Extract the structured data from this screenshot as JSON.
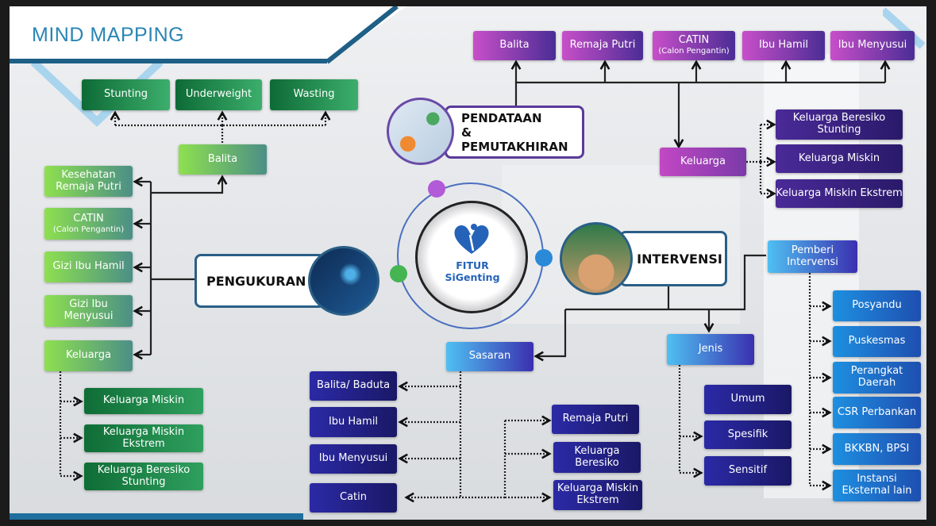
{
  "title": "MIND MAPPING",
  "center": {
    "line1": "FITUR",
    "line2": "SiGenting"
  },
  "pendataan": {
    "line1": "PENDATAAN",
    "line2": "& PEMUTAKHIRAN",
    "targets": [
      "Balita",
      "Remaja Putri",
      "CATIN",
      "Ibu Hamil",
      "Ibu Menyusui"
    ],
    "catin_sub": "(Calon Pengantin)",
    "keluarga": "Keluarga",
    "keluarga_items": [
      "Keluarga Beresiko Stunting",
      "Keluarga Miskin",
      "Keluarga Miskin Ekstrem"
    ]
  },
  "pengukuran": {
    "label": "PENGUKURAN",
    "balita": "Balita",
    "balita_items": [
      "Stunting",
      "Underweight",
      "Wasting"
    ],
    "items": [
      "Kesehatan Remaja Putri",
      "CATIN",
      "Gizi Ibu Hamil",
      "Gizi Ibu Menyusui",
      "Keluarga"
    ],
    "catin_sub": "(Calon Pengantin)",
    "keluarga_items": [
      "Keluarga Miskin",
      "Keluarga Miskin Ekstrem",
      "Keluarga Beresiko Stunting"
    ]
  },
  "intervensi": {
    "label": "INTERVENSI",
    "pemberi": "Pemberi Intervensi",
    "pemberi_items": [
      "Posyandu",
      "Puskesmas",
      "Perangkat Daerah",
      "CSR Perbankan",
      "BKKBN, BPSI",
      "Instansi Eksternal lain"
    ],
    "jenis": "Jenis",
    "jenis_items": [
      "Umum",
      "Spesifik",
      "Sensitif"
    ],
    "sasaran": "Sasaran",
    "sasaran_left": [
      "Balita/ Baduta",
      "Ibu Hamil",
      "Ibu Menyusui",
      "Catin"
    ],
    "sasaran_right": [
      "Remaja Putri",
      "Keluarga Beresiko",
      "Keluarga Miskin Ekstrem"
    ]
  }
}
